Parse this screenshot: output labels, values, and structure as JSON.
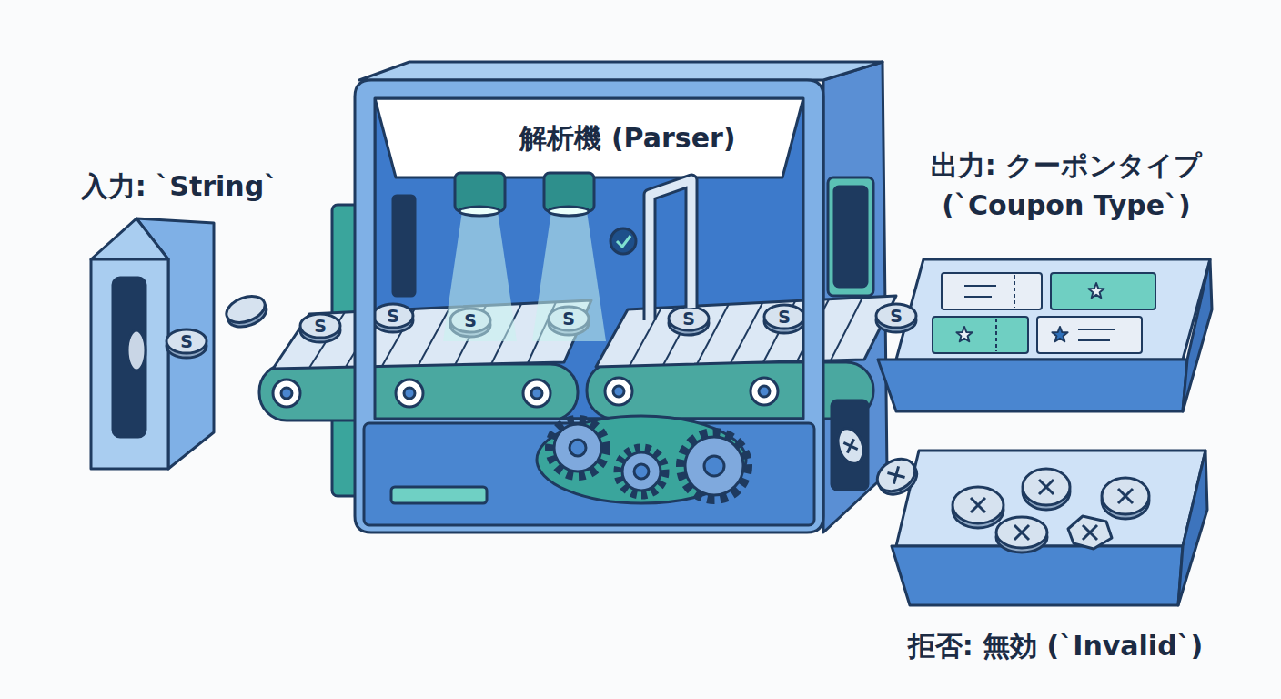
{
  "diagram": {
    "nodes": [
      {
        "text": [
          "入力: `String`"
        ]
      },
      {
        "text": [
          "解析機 (Parser)"
        ]
      },
      {
        "text": [
          "出力: クーポンタイプ (`Coupon Type`)"
        ]
      },
      {
        "text": [
          "拒否: 無効 (`Invalid`)"
        ]
      }
    ],
    "labels": [
      "S",
      "S",
      "S",
      "S",
      "S",
      "S",
      "S",
      "S"
    ]
  }
}
